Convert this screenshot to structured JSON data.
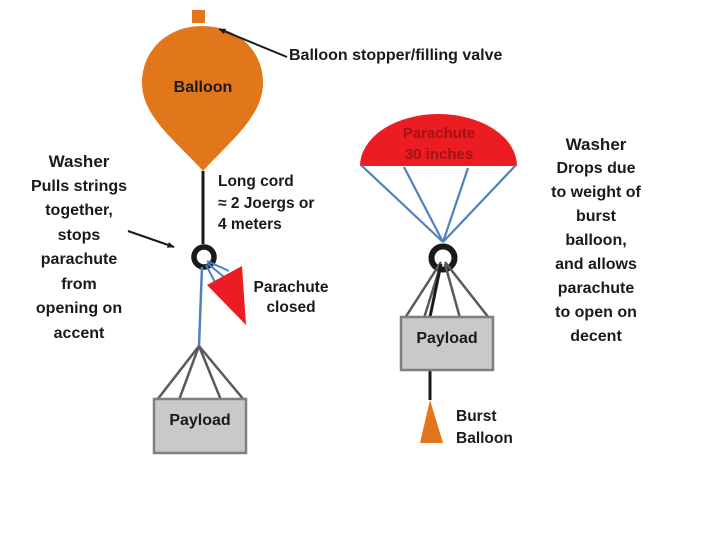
{
  "colors": {
    "balloon_orange": "#E2761B",
    "parachute_red": "#EB1C22",
    "canopy_label_red": "#A21317",
    "payload_fill": "#C9C9C9",
    "payload_border": "#7F7F7F",
    "string_gray": "#595959",
    "cord_blue": "#4F81BD",
    "ink": "#1A1A1A"
  },
  "balloon": {
    "label": "Balloon"
  },
  "valve": {
    "label": "Balloon stopper/filling valve"
  },
  "left_washer_note": {
    "title": "Washer",
    "lines": [
      "Pulls strings",
      "together,",
      "stops",
      "parachute",
      "from",
      "opening on",
      "accent"
    ]
  },
  "cord_note": {
    "lines": [
      "Long cord",
      "≈ 2 Joergs or",
      "4 meters"
    ]
  },
  "closed_note": {
    "lines": [
      "Parachute",
      "closed"
    ]
  },
  "left_payload": {
    "label": "Payload"
  },
  "canopy_note": {
    "lines": [
      "Parachute",
      "30 inches"
    ]
  },
  "right_washer_note": {
    "title": "Washer",
    "lines": [
      "Drops due",
      "to weight of",
      "burst",
      "balloon,",
      "and allows",
      "parachute",
      "to open on",
      "decent"
    ]
  },
  "right_payload": {
    "label": "Payload"
  },
  "burst_note": {
    "lines": [
      "Burst",
      "Balloon"
    ]
  }
}
